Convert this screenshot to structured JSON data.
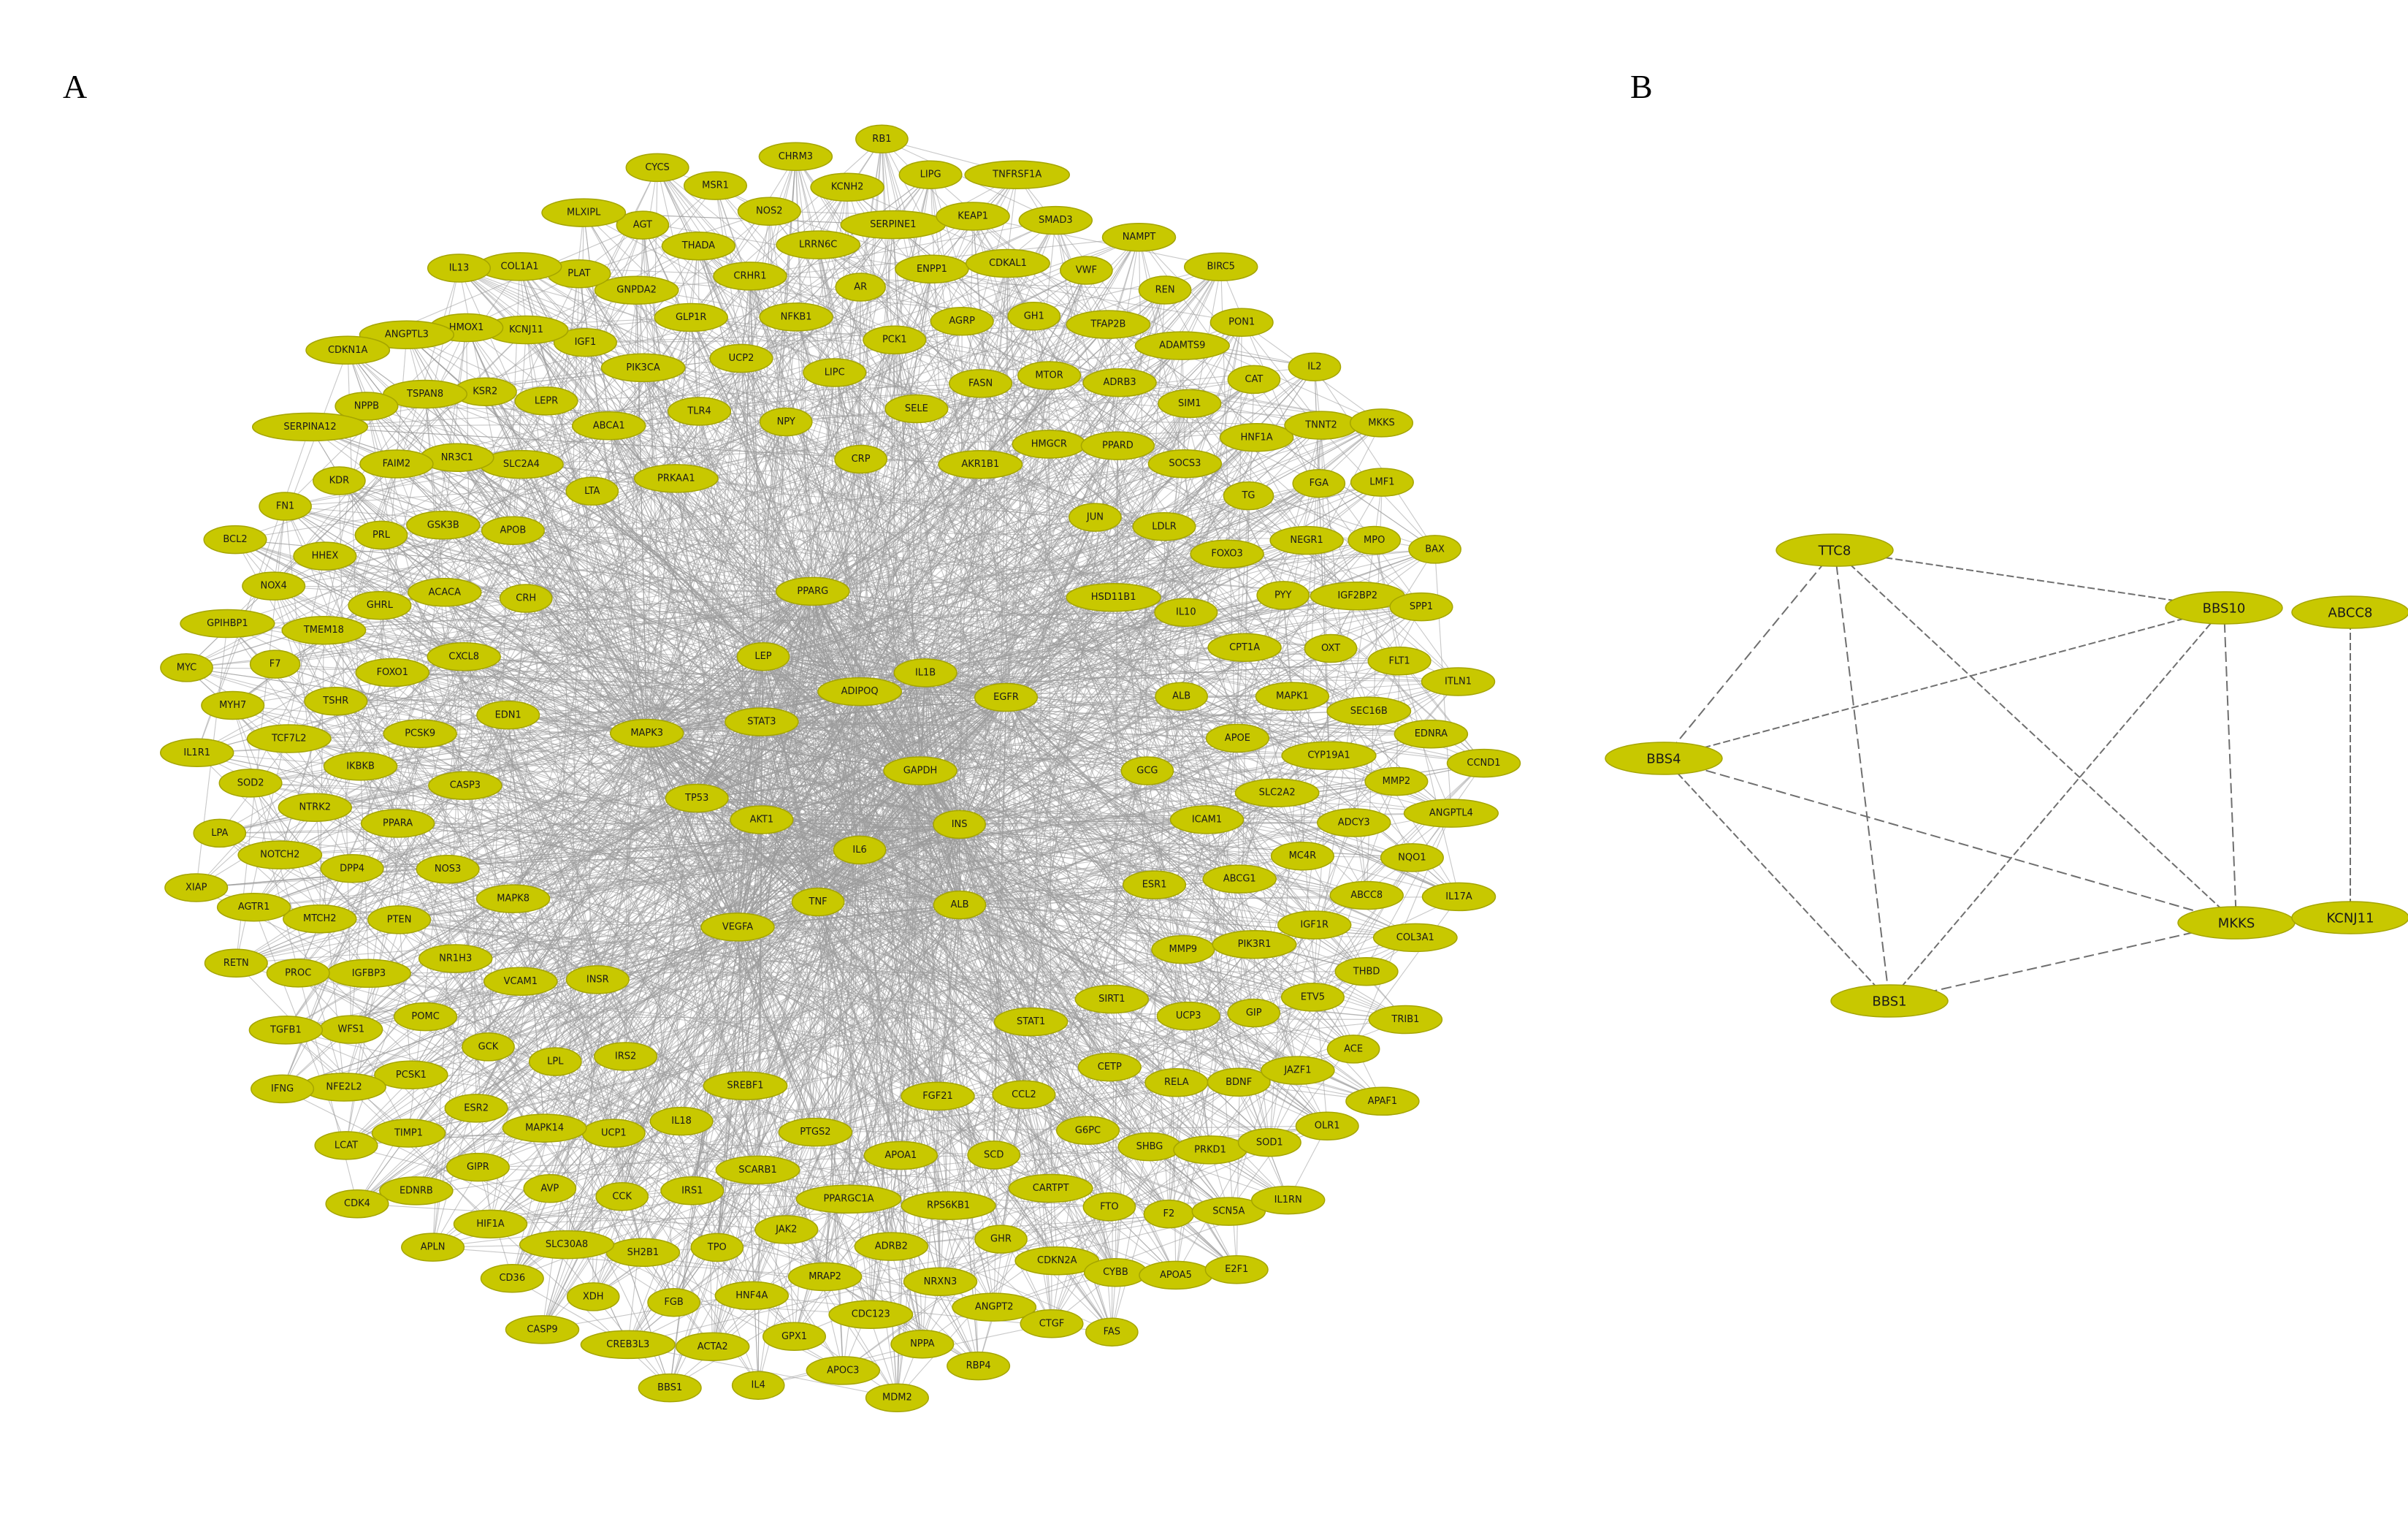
{
  "panels": {
    "a_label": "A",
    "b_label": "B"
  },
  "colors": {
    "node_fill": "#c8c800",
    "node_stroke": "#a5a500",
    "edge": "#9a9a9a",
    "label": "#1a1a1a"
  },
  "panel_a": {
    "hub_nodes": [
      "GAPDH",
      "INS",
      "ALB",
      "IL6",
      "TNF",
      "VEGFA",
      "AKT1",
      "TP53",
      "MAPK3",
      "STAT3",
      "LEP",
      "PPARG",
      "ADIPOQ",
      "IL1B",
      "EGFR"
    ],
    "nodes": [
      "GCG",
      "INSR",
      "CRP",
      "STAT1",
      "EDN1",
      "HSD11B1",
      "SREBF1",
      "PRKAA1",
      "ESR1",
      "MAPK8",
      "AKR1B1",
      "FGF21",
      "CRH",
      "ALB",
      "IRS2",
      "NPY",
      "SIRT1",
      "CASP3",
      "JUN",
      "PTGS2",
      "LTA",
      "ICAM1",
      "VCAM1",
      "SELE",
      "CCL2",
      "CXCL8",
      "IL10",
      "IL18",
      "TLR4",
      "MMP9",
      "NOS3",
      "HMGCR",
      "APOA1",
      "APOB",
      "APOE",
      "LPL",
      "LIPC",
      "CETP",
      "PCSK9",
      "LDLR",
      "SCARB1",
      "ABCA1",
      "ABCG1",
      "NR1H3",
      "FASN",
      "SCD",
      "ACACA",
      "CPT1A",
      "UCP1",
      "UCP2",
      "UCP3",
      "PPARA",
      "PPARD",
      "PPARGC1A",
      "SLC2A4",
      "SLC2A2",
      "GCK",
      "PCK1",
      "G6PC",
      "FOXO1",
      "FOXO3",
      "IRS1",
      "PIK3CA",
      "PIK3R1",
      "PTEN",
      "MTOR",
      "RPS6KB1",
      "GSK3B",
      "MAPK1",
      "MAPK14",
      "NFKB1",
      "RELA",
      "IKBKB",
      "SOCS3",
      "JAK2",
      "LEPR",
      "MC4R",
      "POMC",
      "AGRP",
      "CARTPT",
      "GHRL",
      "PYY",
      "CCK",
      "GLP1R",
      "GIP",
      "DPP4",
      "ADRB3",
      "ADRB2",
      "NR3C1",
      "CYP19A1",
      "ESR2",
      "AR",
      "SHBG",
      "TSHR",
      "TG",
      "TPO",
      "IGF1",
      "IGF1R",
      "IGFBP3",
      "GH1",
      "GHR",
      "PRL",
      "OXT",
      "AVP",
      "CRHR1",
      "BDNF",
      "NTRK2",
      "SIM1",
      "MRAP2",
      "KSR2",
      "ADCY3",
      "PCSK1",
      "ENPP1",
      "FTO",
      "TMEM18",
      "NEGR1",
      "SH2B1",
      "GNPDA2",
      "ETV5",
      "MTCH2",
      "TFAP2B",
      "NRXN3",
      "FAIM2",
      "SEC16B",
      "GIPR",
      "LRRN6C",
      "PRKD1",
      "TCF7L2",
      "HNF1A",
      "HNF4A",
      "KCNJ11",
      "ABCC8",
      "WFS1",
      "CDKAL1",
      "CDKN2A",
      "HHEX",
      "IGF2BP2",
      "SLC30A8",
      "THADA",
      "JAZF1",
      "NOTCH2",
      "ADAMTS9",
      "CDC123",
      "TSPAN8",
      "MMP2",
      "TIMP1",
      "SERPINE1",
      "F2",
      "F7",
      "FGA",
      "FGB",
      "PLAT",
      "THBD",
      "PROC",
      "VWF",
      "ANGPT2",
      "KDR",
      "FLT1",
      "HIF1A",
      "NOS2",
      "SOD1",
      "SOD2",
      "CAT",
      "GPX1",
      "HMOX1",
      "NQO1",
      "NFE2L2",
      "KEAP1",
      "CYBB",
      "NOX4",
      "MPO",
      "XDH",
      "AGT",
      "ACE",
      "AGTR1",
      "REN",
      "NPPA",
      "NPPB",
      "EDNRA",
      "EDNRB",
      "KCNH2",
      "SCN5A",
      "MYH7",
      "TNNT2",
      "ACTA2",
      "COL1A1",
      "COL3A1",
      "TGFB1",
      "SMAD3",
      "CTGF",
      "FN1",
      "SPP1",
      "CD36",
      "MSR1",
      "OLR1",
      "LPA",
      "PON1",
      "APOC3",
      "ANGPTL3",
      "ANGPTL4",
      "LCAT",
      "LIPG",
      "APOA5",
      "GPIHBP1",
      "LMF1",
      "CREB3L3",
      "MLXIPL",
      "TRIB1",
      "RETN",
      "NAMPT",
      "RBP4",
      "SERPINA12",
      "ITLN1",
      "APLN",
      "CHRM3",
      "IL1RN",
      "IL1R1",
      "IL2",
      "IL4",
      "IL13",
      "IL17A",
      "IFNG",
      "TNFRSF1A",
      "FAS",
      "BCL2",
      "BAX",
      "CASP9",
      "CYCS",
      "APAF1",
      "XIAP",
      "BIRC5",
      "MDM2",
      "CDKN1A",
      "CCND1",
      "CDK4",
      "RB1",
      "E2F1",
      "MYC",
      "MKKS",
      "BBS1"
    ]
  },
  "panel_b": {
    "nodes": [
      "TTC8",
      "BBS10",
      "BBS4",
      "MKKS",
      "BBS1",
      "ABCC8",
      "KCNJ11"
    ],
    "edges": [
      [
        "TTC8",
        "BBS10"
      ],
      [
        "TTC8",
        "BBS4"
      ],
      [
        "TTC8",
        "MKKS"
      ],
      [
        "TTC8",
        "BBS1"
      ],
      [
        "BBS10",
        "BBS4"
      ],
      [
        "BBS10",
        "MKKS"
      ],
      [
        "BBS10",
        "BBS1"
      ],
      [
        "BBS4",
        "MKKS"
      ],
      [
        "BBS4",
        "BBS1"
      ],
      [
        "MKKS",
        "BBS1"
      ],
      [
        "ABCC8",
        "KCNJ11"
      ]
    ]
  }
}
